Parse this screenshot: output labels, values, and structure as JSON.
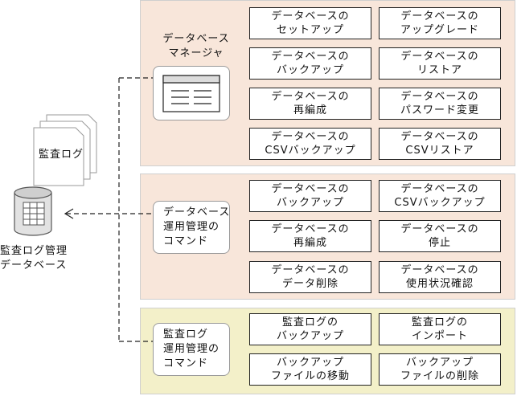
{
  "colors": {
    "panel_orange": "#f8e6da",
    "panel_yellow": "#f3f0c9",
    "line": "#222222"
  },
  "left": {
    "audit_log": "監査ログ",
    "database_label": [
      "監査ログ管理",
      "データベース"
    ]
  },
  "panel1": {
    "title": [
      "データベース",
      "マネージャ"
    ],
    "icon": "window-icon",
    "buttons": [
      [
        "データベースの",
        "セットアップ"
      ],
      [
        "データベースの",
        "アップグレード"
      ],
      [
        "データベースの",
        "バックアップ"
      ],
      [
        "データベースの",
        "リストア"
      ],
      [
        "データベースの",
        "再編成"
      ],
      [
        "データベースの",
        "パスワード変更"
      ],
      [
        "データベースの",
        "CSVバックアップ"
      ],
      [
        "データベースの",
        "CSVリストア"
      ]
    ]
  },
  "panel2": {
    "label": [
      "データベース",
      "運用管理の",
      "コマンド"
    ],
    "buttons": [
      [
        "データベースの",
        "バックアップ"
      ],
      [
        "データベースの",
        "CSVバックアップ"
      ],
      [
        "データベースの",
        "再編成"
      ],
      [
        "データベースの",
        "停止"
      ],
      [
        "データベースの",
        "データ削除"
      ],
      [
        "データベースの",
        "使用状況確認"
      ]
    ]
  },
  "panel3": {
    "label": [
      "監査ログ",
      "運用管理の",
      "コマンド"
    ],
    "buttons": [
      [
        "監査ログの",
        "バックアップ"
      ],
      [
        "監査ログの",
        "インポート"
      ],
      [
        "バックアップ",
        "ファイルの移動"
      ],
      [
        "バックアップ",
        "ファイルの削除"
      ]
    ]
  }
}
